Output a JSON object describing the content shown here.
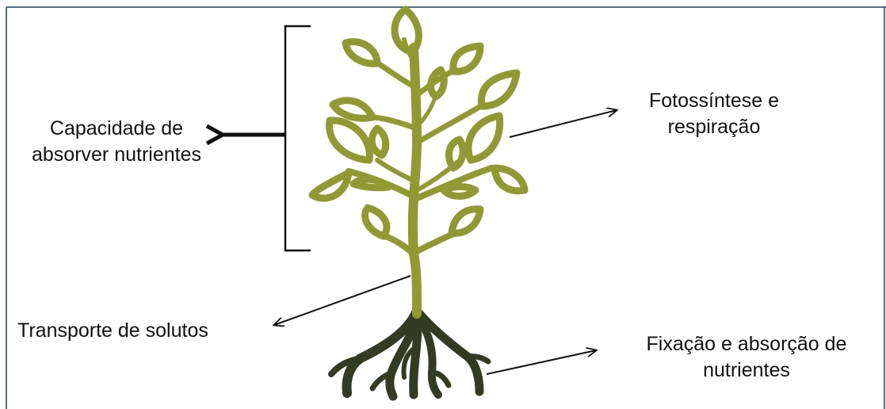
{
  "colors": {
    "leaf": "#8f9a33",
    "stem": "#8f9a33",
    "root": "#333b22",
    "arrow": "#111111",
    "frame_border": "#1f3864"
  },
  "labels": {
    "capacidade": {
      "line1": "Capacidade de",
      "line2": "absorver nutrientes"
    },
    "fotossintese": {
      "line1": "Fotossíntese e",
      "line2": "respiração"
    },
    "transporte": {
      "line1": "Transporte de solutos"
    },
    "fixacao": {
      "line1": "Fixação e absorção de",
      "line2": "nutrientes"
    }
  }
}
